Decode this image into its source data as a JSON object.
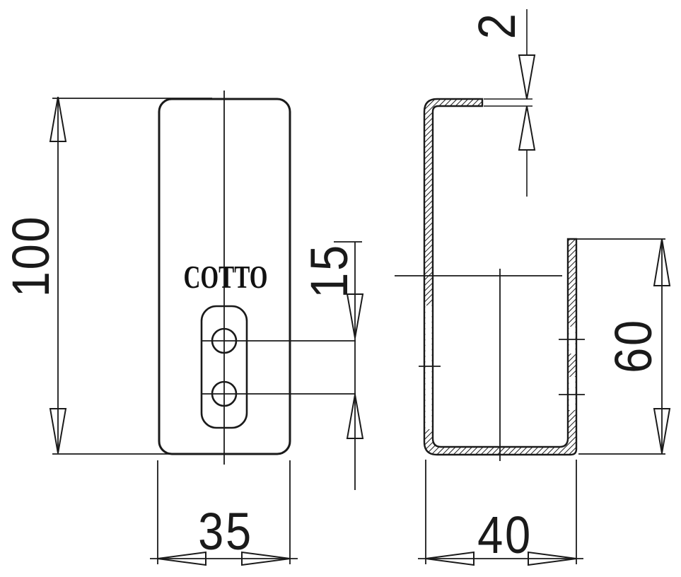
{
  "logo": {
    "text": "COTTO"
  },
  "dimensions": {
    "front_height": "100",
    "front_width": "35",
    "hole_spacing": "15",
    "material_thickness": "2",
    "hook_height": "60",
    "hook_depth": "40"
  },
  "colors": {
    "line": "#1a1a1a",
    "background": "#ffffff"
  }
}
